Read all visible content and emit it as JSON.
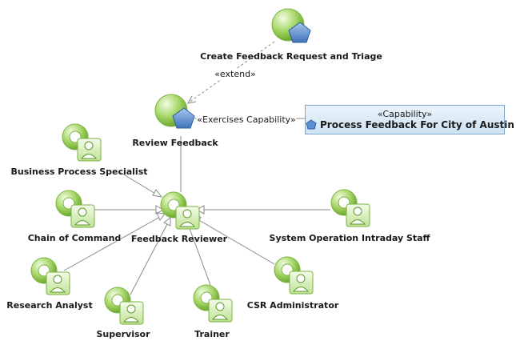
{
  "use_cases": {
    "create": {
      "name": "Create Feedback Request and Triage"
    },
    "review": {
      "name": "Review Feedback"
    }
  },
  "capability": {
    "stereotype": "«Capability»",
    "name": "Process Feedback For City of Austin"
  },
  "relations": {
    "extend_label": "«extend»",
    "exercises_label": "«Exercises Capability»"
  },
  "actors": {
    "feedback_reviewer": "Feedback Reviewer",
    "business_process_specialist": "Business Process Specialist",
    "chain_of_command": "Chain of Command",
    "research_analyst": "Research Analyst",
    "supervisor": "Supervisor",
    "trainer": "Trainer",
    "csr_administrator": "CSR Administrator",
    "system_operation_intraday_staff": "System Operation Intraday Staff"
  },
  "colors": {
    "usecase_green": "#8cc63f",
    "actor_green": "#9fd36a",
    "capability_fill": "#d9e9f7",
    "capability_border": "#7ea6cc",
    "pentagon_blue": "#5b8fd1",
    "line_gray": "#8a8a8a"
  }
}
